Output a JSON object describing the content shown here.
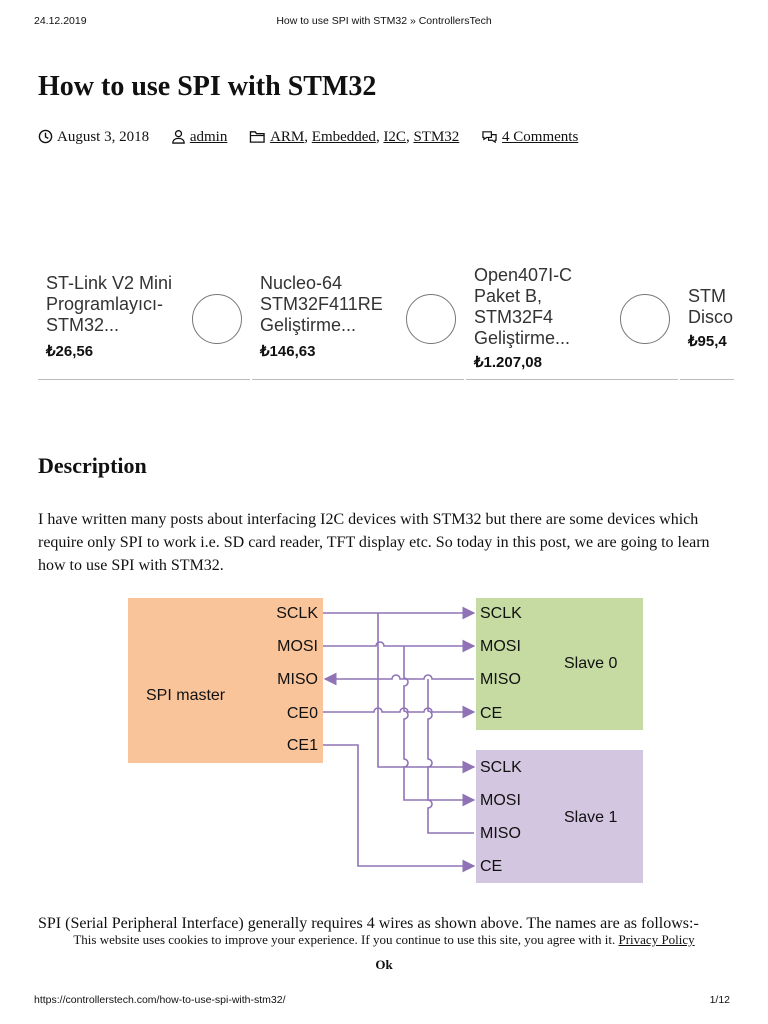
{
  "print_header": {
    "date": "24.12.2019",
    "title": "How to use SPI with STM32 » ControllersTech"
  },
  "article": {
    "title": "How to use SPI with STM32",
    "meta": {
      "date": "August 3, 2018",
      "author": "admin",
      "categories": [
        "ARM",
        "Embedded",
        "I2C",
        "STM32"
      ],
      "comments": "4 Comments"
    }
  },
  "products": [
    {
      "title": "ST-Link V2 Mini\nProgramlayıcı-\nSTM32...",
      "price": "₺26,56"
    },
    {
      "title": "Nucleo-64\nSTM32F411RE\nGeliştirme...",
      "price": "₺146,63"
    },
    {
      "title": "Open407I-C\nPaket B,\nSTM32F4\nGeliştirme...",
      "price": "₺1.207,08"
    },
    {
      "title": "STM\nDisco",
      "price": "₺95,4"
    }
  ],
  "description": {
    "heading": "Description",
    "intro": "I have written many posts about interfacing I2C devices with STM32 but there are some devices which require only SPI to work i.e. SD card reader, TFT display etc. So today in this post, we are going to learn how to use SPI with STM32.",
    "followup": "SPI (Serial Peripheral Interface) generally requires 4 wires as shown above. The names are as follows:-"
  },
  "diagram": {
    "master": {
      "label": "SPI master",
      "pins": [
        "SCLK",
        "MOSI",
        "MISO",
        "CE0",
        "CE1"
      ],
      "color": "#f9c49a"
    },
    "slave0": {
      "label": "Slave 0",
      "pins": [
        "SCLK",
        "MOSI",
        "MISO",
        "CE"
      ],
      "color": "#c5dba2"
    },
    "slave1": {
      "label": "Slave 1",
      "pins": [
        "SCLK",
        "MOSI",
        "MISO",
        "CE"
      ],
      "color": "#d3c6e0"
    },
    "wire_color": "#8f73b6"
  },
  "cookie": {
    "text": "This website uses cookies to improve your experience. If you continue to use this site, you agree with it.",
    "link": "Privacy Policy",
    "ok": "Ok"
  },
  "print_footer": {
    "url": "https://controllerstech.com/how-to-use-spi-with-stm32/",
    "page": "1/12"
  }
}
